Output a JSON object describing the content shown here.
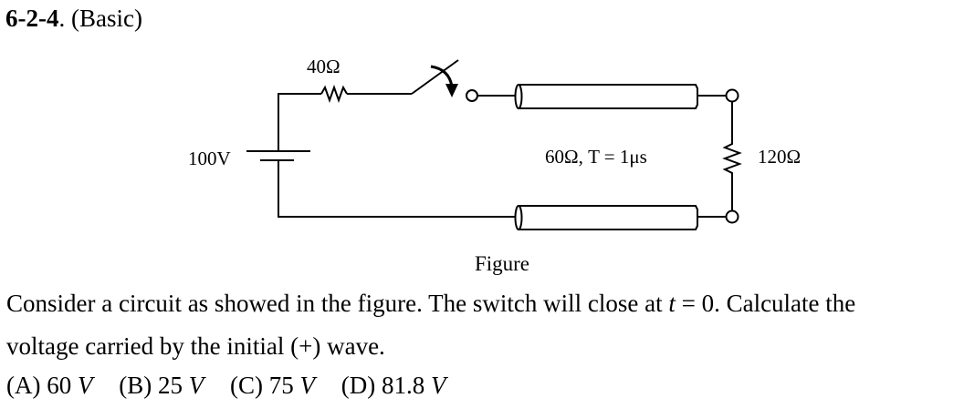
{
  "problem": {
    "number": "6-2-4",
    "level": ". (Basic)"
  },
  "figure": {
    "labels": {
      "series_resistor": "40Ω",
      "source": "100V",
      "line": "60Ω, T = 1μs",
      "load_resistor": "120Ω"
    },
    "caption": "Figure"
  },
  "question": {
    "text_part1": "Consider a circuit as showed in the figure. The switch will close at ",
    "var_t": "t",
    "text_part2": " = 0. Calculate the",
    "text_line2": "voltage carried by the initial (+) wave."
  },
  "options": [
    {
      "label": "(A) 60 ",
      "unit": "V"
    },
    {
      "label": "(B) 25 ",
      "unit": "V"
    },
    {
      "label": "(C) 75 ",
      "unit": "V"
    },
    {
      "label": "(D) 81.8 ",
      "unit": "V"
    }
  ]
}
